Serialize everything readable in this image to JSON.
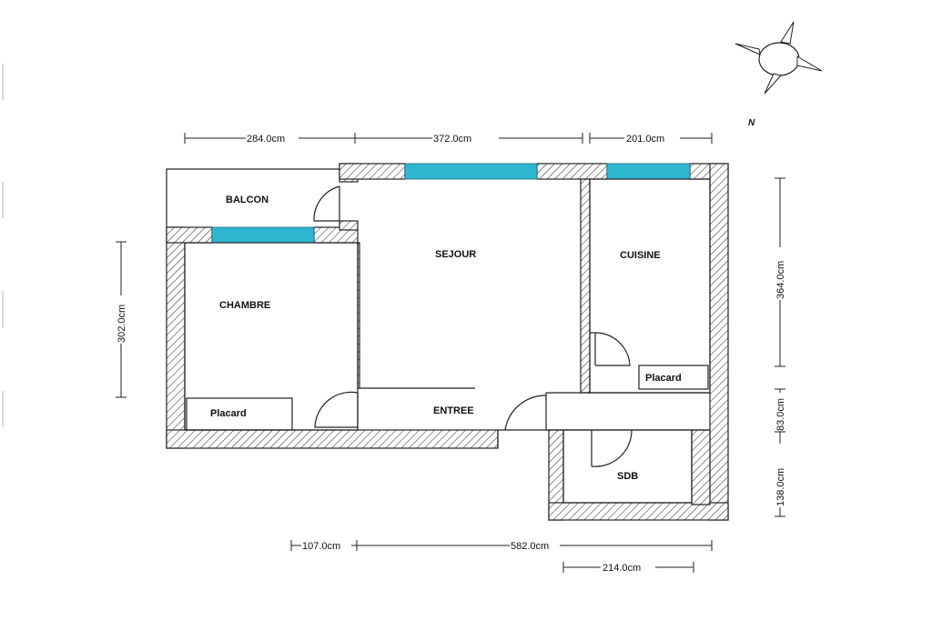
{
  "rooms": {
    "balcon": "BALCON",
    "sejour": "SEJOUR",
    "cuisine": "CUISINE",
    "chambre": "CHAMBRE",
    "placard_cuisine": "Placard",
    "placard_chambre": "Placard",
    "entree": "ENTREE",
    "sdb": "SDB"
  },
  "dimensions": {
    "top_1": "284.0cm",
    "top_2": "372.0cm",
    "top_3": "201.0cm",
    "left": "302.0cm",
    "right_1": "364.0cm",
    "right_2": "83.0cm",
    "right_3": "138.0cm",
    "bottom_1": "107.0cm",
    "bottom_2": "582.0cm",
    "bottom_3": "214.0cm"
  },
  "compass": {
    "north": "N"
  },
  "colors": {
    "window": "#2fb7d2",
    "wall_outline": "#222222"
  }
}
